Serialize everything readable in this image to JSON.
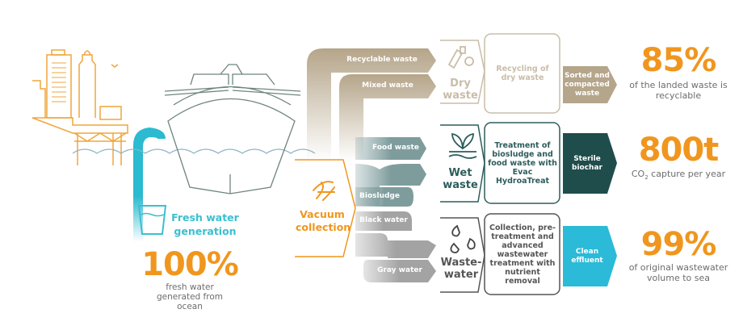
{
  "colors": {
    "orange": "#f0961e",
    "teal": "#3bbfcf",
    "tan": "#b5a58a",
    "dark_green": "#1f4d4c",
    "cyan": "#2bbad8",
    "gray": "#9a9a9a",
    "ship": "#6f8580"
  },
  "fresh_water": {
    "title": "Fresh water generation",
    "stat": "100%",
    "caption": "fresh water generated from ocean",
    "icon": "glass-of-water-icon"
  },
  "vacuum": {
    "title": "Vacuum collection",
    "icon": "vacuum-swirl-icon"
  },
  "streams": {
    "recyclable": "Recyclable waste",
    "mixed": "Mixed waste",
    "food": "Food waste",
    "biosludge": "Biosludge",
    "black": "Black water",
    "gray": "Gray water"
  },
  "rows": [
    {
      "category": "Dry waste",
      "icon": "bottle-can-icon",
      "process": "Recycling of dry waste",
      "result": "Sorted and compacted waste",
      "stat": "85%",
      "caption": "of the landed waste is recyclable"
    },
    {
      "category": "Wet waste",
      "icon": "leaf-sprout-icon",
      "process": "Treatment of biosludge and food waste with Evac HydroaTreat",
      "result": "Sterile biochar",
      "stat": "800t",
      "caption_pre": "CO",
      "caption_sub": "2",
      "caption": " capture per year"
    },
    {
      "category": "Waste-water",
      "icon": "water-drops-icon",
      "process": "Collection, pre-treatment and advanced wastewater treatment with nutrient removal",
      "result": "Clean effluent",
      "stat": "99%",
      "caption": "of original wastewater volume to sea"
    }
  ]
}
